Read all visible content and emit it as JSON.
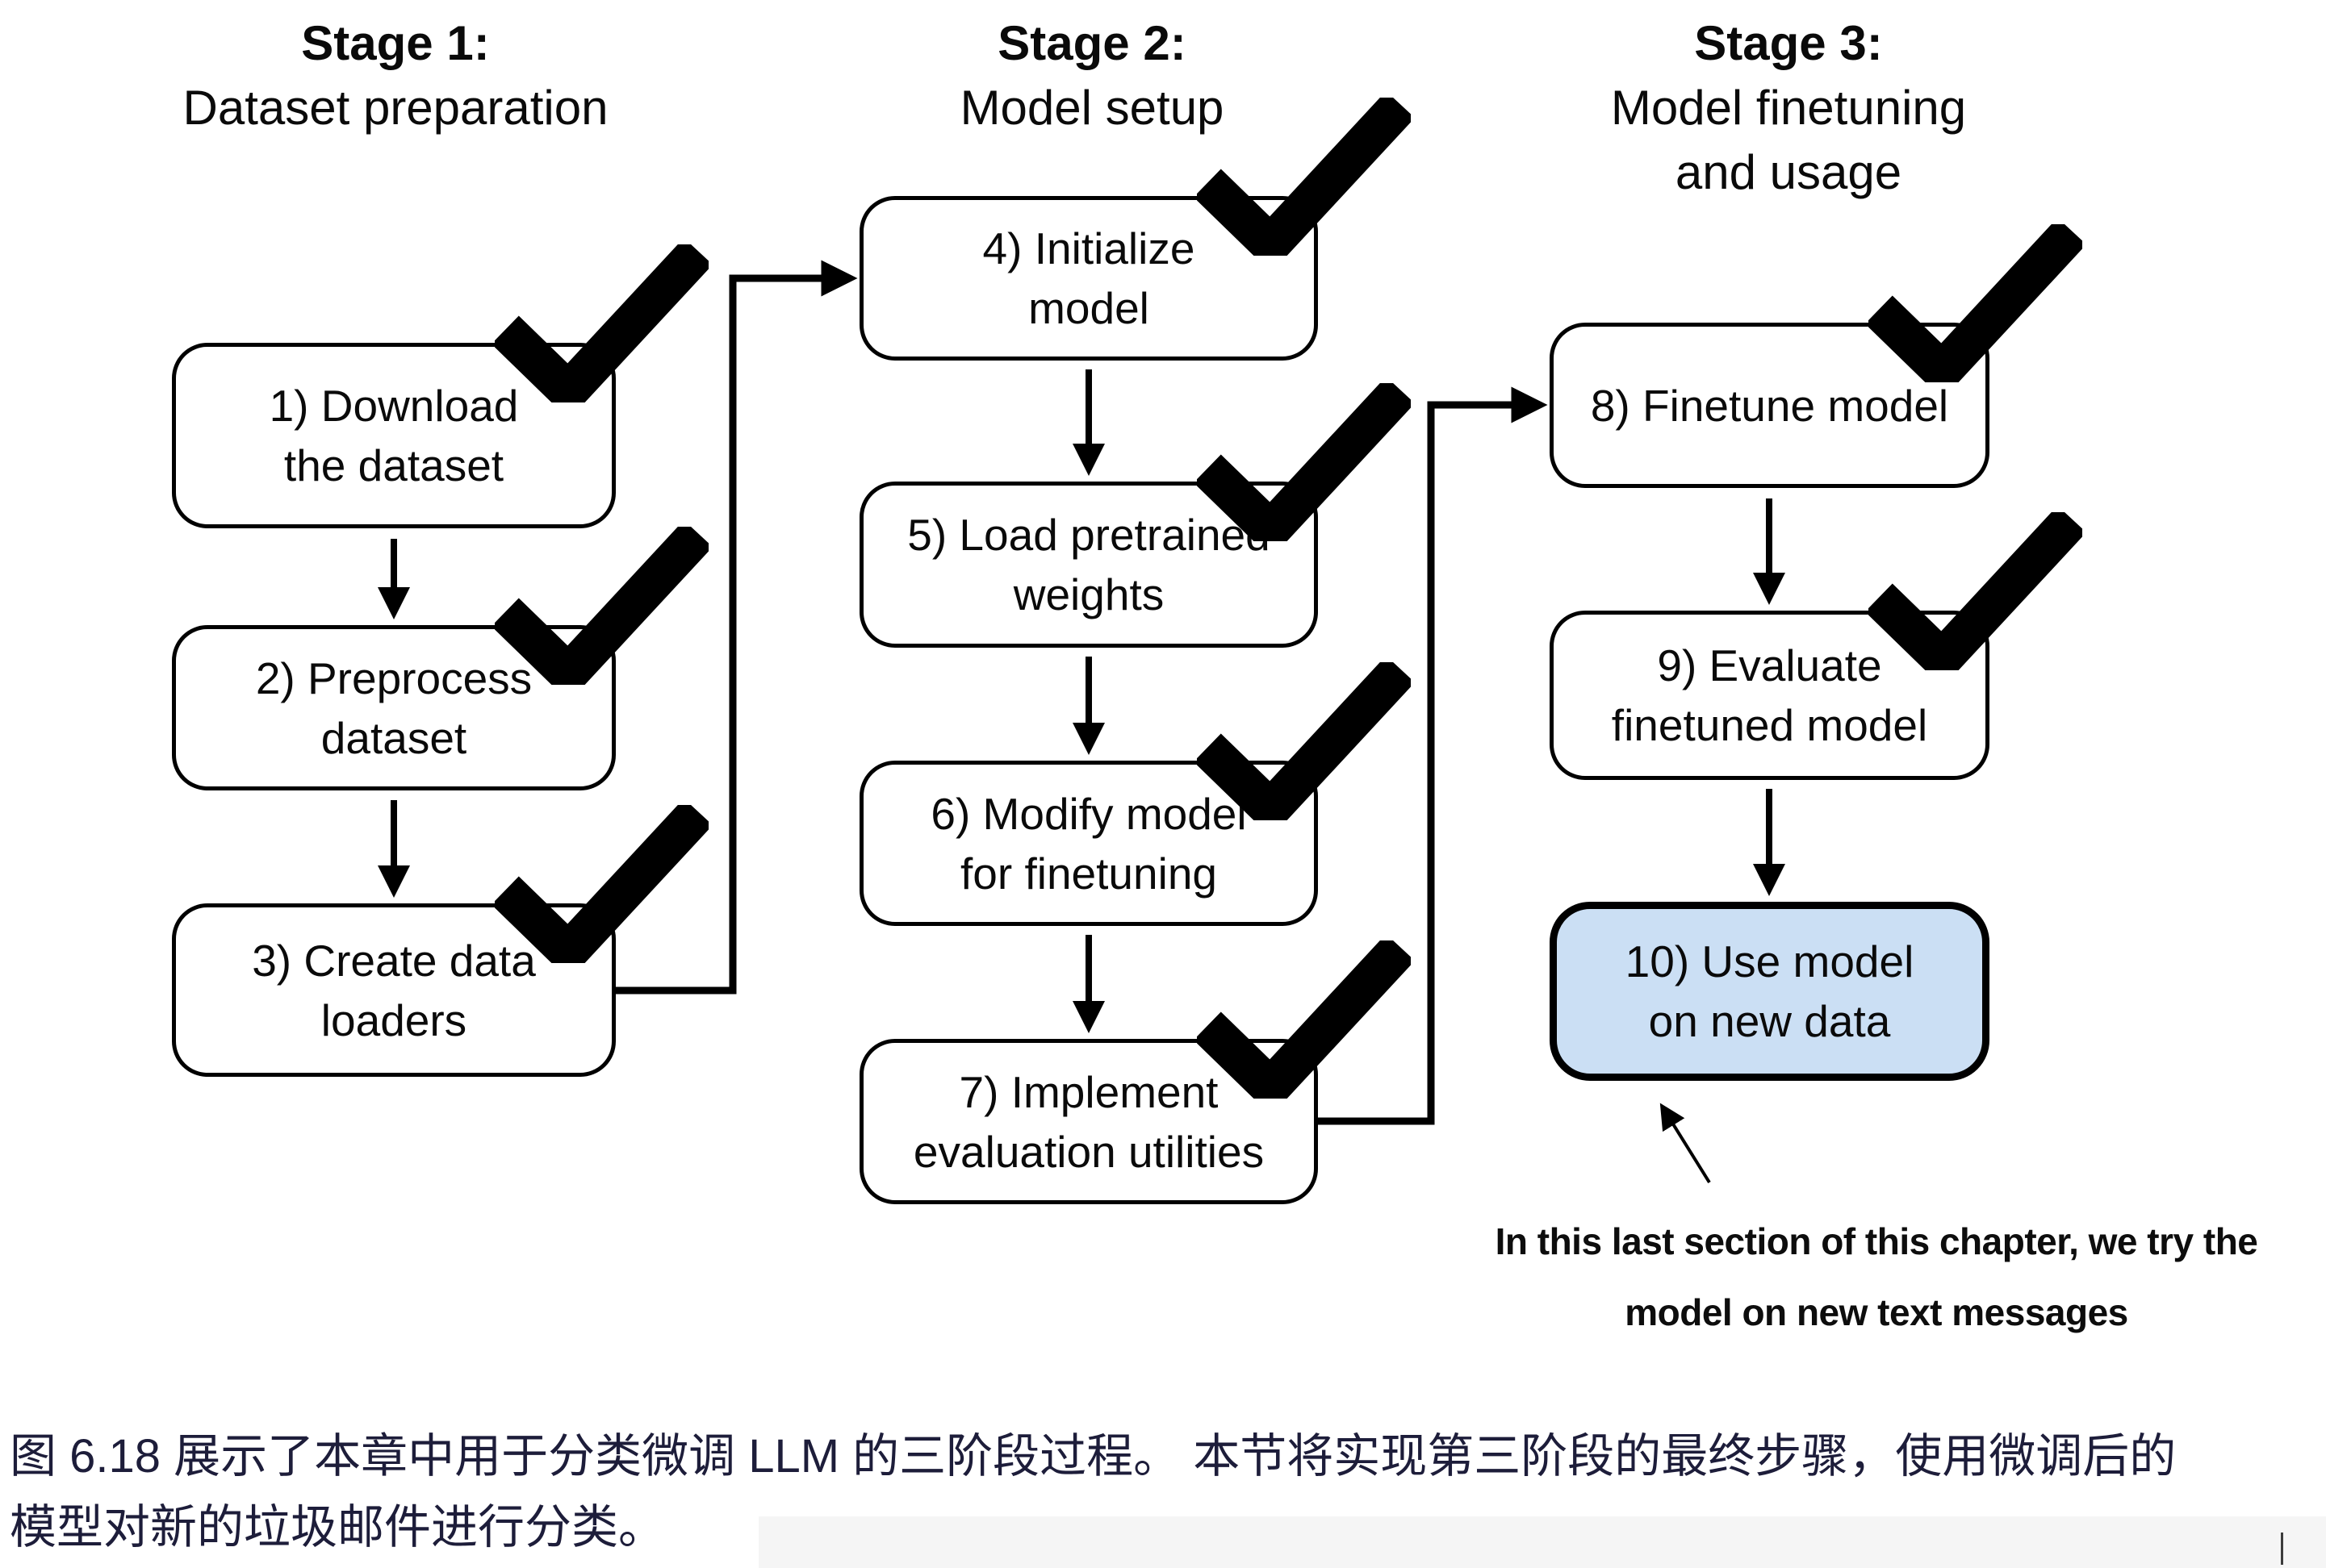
{
  "stages": [
    {
      "title": "Stage 1:",
      "subtitle1": "Dataset preparation",
      "subtitle2": ""
    },
    {
      "title": "Stage 2:",
      "subtitle1": "Model setup",
      "subtitle2": ""
    },
    {
      "title": "Stage 3:",
      "subtitle1": "Model finetuning",
      "subtitle2": "and usage"
    }
  ],
  "boxes": [
    {
      "id": 1,
      "lines": [
        "1) Download",
        "the dataset"
      ],
      "checked": true,
      "highlighted": false
    },
    {
      "id": 2,
      "lines": [
        "2) Preprocess",
        "dataset"
      ],
      "checked": true,
      "highlighted": false
    },
    {
      "id": 3,
      "lines": [
        "3) Create data",
        "loaders"
      ],
      "checked": true,
      "highlighted": false
    },
    {
      "id": 4,
      "lines": [
        "4) Initialize",
        "model"
      ],
      "checked": true,
      "highlighted": false
    },
    {
      "id": 5,
      "lines": [
        "5) Load pretrained",
        "weights"
      ],
      "checked": true,
      "highlighted": false
    },
    {
      "id": 6,
      "lines": [
        "6) Modify model",
        "for finetuning"
      ],
      "checked": true,
      "highlighted": false
    },
    {
      "id": 7,
      "lines": [
        "7) Implement",
        "evaluation utilities"
      ],
      "checked": true,
      "highlighted": false
    },
    {
      "id": 8,
      "lines": [
        "8) Finetune model",
        ""
      ],
      "checked": true,
      "highlighted": false
    },
    {
      "id": 9,
      "lines": [
        "9) Evaluate",
        "finetuned model"
      ],
      "checked": true,
      "highlighted": false
    },
    {
      "id": 10,
      "lines": [
        "10) Use model",
        "on new data"
      ],
      "checked": false,
      "highlighted": true
    }
  ],
  "annotation": {
    "line1": "In this last section of this chapter, we try the",
    "line2": "model on new text messages"
  },
  "caption": {
    "line1": "图 6.18 展示了本章中用于分类微调 LLM 的三阶段过程。 本节将实现第三阶段的最终步骤，使用微调后的",
    "line2": "模型对新的垃圾邮件进行分类。"
  },
  "icons": {
    "checkmark": "checkmark-icon",
    "arrow": "arrow-icon"
  },
  "colors": {
    "box_fill": "#ffffff",
    "box_border": "#000000",
    "highlight_fill": "#cbdff4",
    "arrow_color": "#000000",
    "caption_text": "#1d1d3a"
  }
}
